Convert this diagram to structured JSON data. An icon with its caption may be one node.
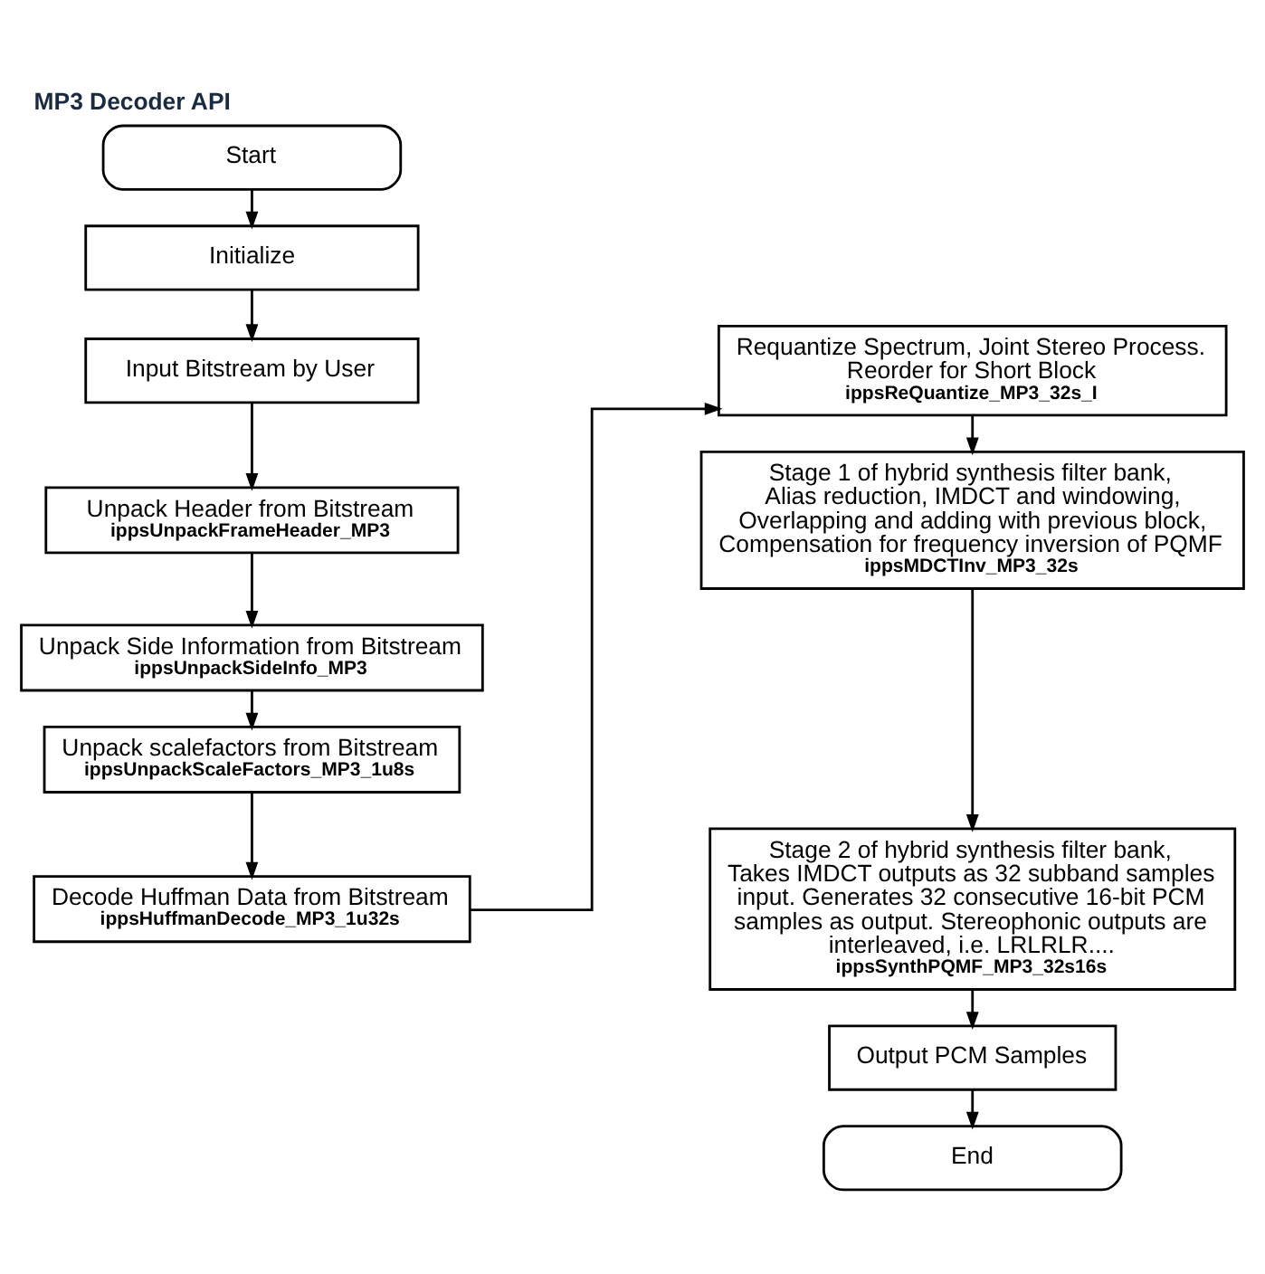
{
  "diagram": {
    "title": "MP3 Decoder API",
    "nodes": [
      {
        "text": [
          "Start"
        ]
      },
      {
        "text": [
          "Initialize"
        ]
      },
      {
        "text": [
          "Input Bitstream by User"
        ]
      },
      {
        "text": [
          "Unpack Header from Bitstream",
          "ippsUnpackFrameHeader_MP3"
        ]
      },
      {
        "text": [
          "Unpack Side Information from Bitstream",
          "ippsUnpackSideInfo_MP3"
        ]
      },
      {
        "text": [
          "Unpack scalefactors from Bitstream",
          "ippsUnpackScaleFactors_MP3_1u8s"
        ]
      },
      {
        "text": [
          "Decode Huffman Data from Bitstream",
          "ippsHuffmanDecode_MP3_1u32s"
        ]
      },
      {
        "text": [
          "Requantize Spectrum, Joint Stereo Process. Reorder for Short Block",
          "ippsReQuantize_MP3_32s_I"
        ]
      },
      {
        "text": [
          "Stage 1 of hybrid synthesis filter bank, Alias reduction, IMDCT and windowing, Overlapping and adding with previous block, Compensation for frequency inversion of PQMF",
          "ippsMDCTInv_MP3_32s"
        ]
      },
      {
        "text": [
          "Stage 2 of hybrid synthesis filter bank, Takes IMDCT outputs as 32 subband samples input. Generates 32 consecutive 16-bit PCM samples as output. Stereophonic outputs are interleaved, i.e. LRLRLR....",
          "ippsSynthPQMF_MP3_32s16s"
        ]
      },
      {
        "text": [
          "Output PCM Samples"
        ]
      },
      {
        "text": [
          "End"
        ]
      }
    ],
    "edges": [
      {
        "from": 0,
        "to": 1,
        "arrow": "to"
      },
      {
        "from": 1,
        "to": 2,
        "arrow": "to"
      },
      {
        "from": 2,
        "to": 3,
        "arrow": "to"
      },
      {
        "from": 3,
        "to": 4,
        "arrow": "to"
      },
      {
        "from": 4,
        "to": 5,
        "arrow": "to"
      },
      {
        "from": 5,
        "to": 6,
        "arrow": "to"
      },
      {
        "from": 6,
        "to": 7,
        "arrow": "to"
      },
      {
        "from": 7,
        "to": 8,
        "arrow": "to"
      },
      {
        "from": 8,
        "to": 9,
        "arrow": "to"
      },
      {
        "from": 9,
        "to": 10,
        "arrow": "to"
      },
      {
        "from": 10,
        "to": 11,
        "arrow": "to"
      }
    ]
  }
}
